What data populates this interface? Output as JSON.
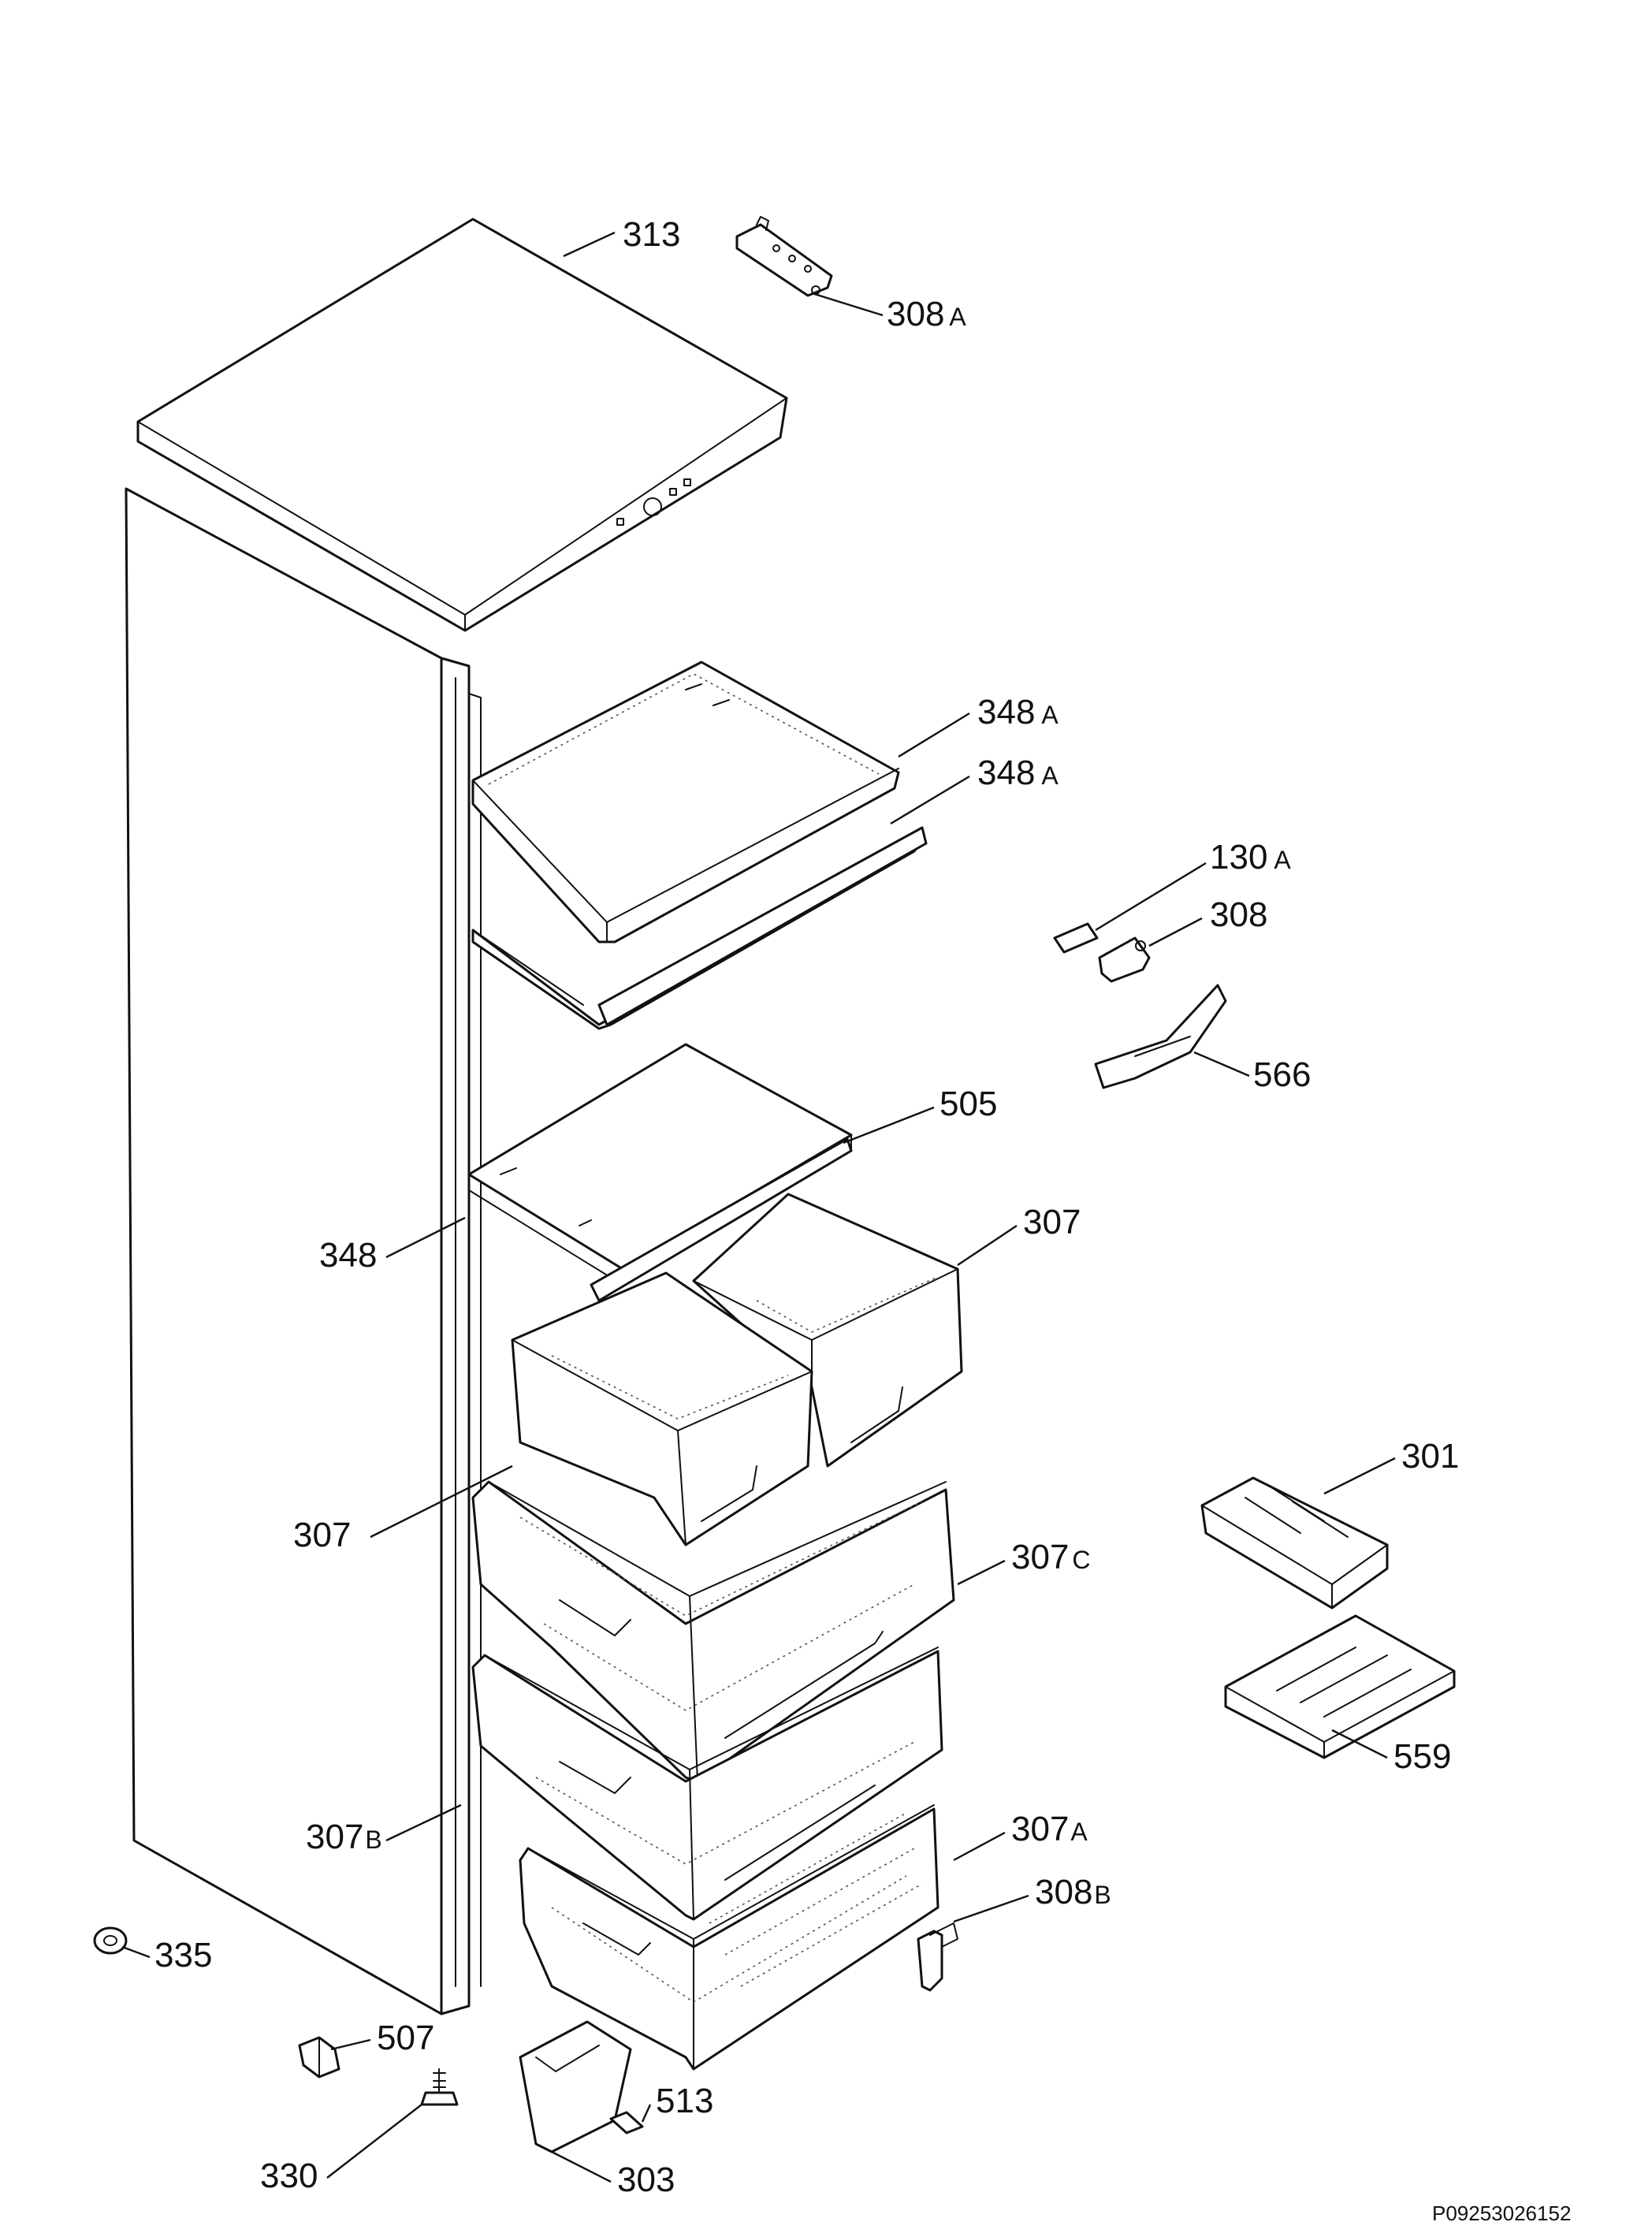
{
  "diagram": {
    "document_code": "P09253026152",
    "labels": [
      {
        "id": "313",
        "number": "313",
        "suffix": ""
      },
      {
        "id": "308A",
        "number": "308",
        "suffix": "A"
      },
      {
        "id": "348A-1",
        "number": "348",
        "suffix": "A"
      },
      {
        "id": "348A-2",
        "number": "348",
        "suffix": "A"
      },
      {
        "id": "130A",
        "number": "130",
        "suffix": "A"
      },
      {
        "id": "308",
        "number": "308",
        "suffix": ""
      },
      {
        "id": "566",
        "number": "566",
        "suffix": ""
      },
      {
        "id": "505",
        "number": "505",
        "suffix": ""
      },
      {
        "id": "307-right",
        "number": "307",
        "suffix": ""
      },
      {
        "id": "348",
        "number": "348",
        "suffix": ""
      },
      {
        "id": "301",
        "number": "301",
        "suffix": ""
      },
      {
        "id": "307-left",
        "number": "307",
        "suffix": ""
      },
      {
        "id": "307C",
        "number": "307",
        "suffix": "C"
      },
      {
        "id": "559",
        "number": "559",
        "suffix": ""
      },
      {
        "id": "307B",
        "number": "307",
        "suffix": "B"
      },
      {
        "id": "307A",
        "number": "307",
        "suffix": "A"
      },
      {
        "id": "308B",
        "number": "308",
        "suffix": "B"
      },
      {
        "id": "335",
        "number": "335",
        "suffix": ""
      },
      {
        "id": "507",
        "number": "507",
        "suffix": ""
      },
      {
        "id": "513",
        "number": "513",
        "suffix": ""
      },
      {
        "id": "330",
        "number": "330",
        "suffix": ""
      },
      {
        "id": "303",
        "number": "303",
        "suffix": ""
      }
    ]
  }
}
